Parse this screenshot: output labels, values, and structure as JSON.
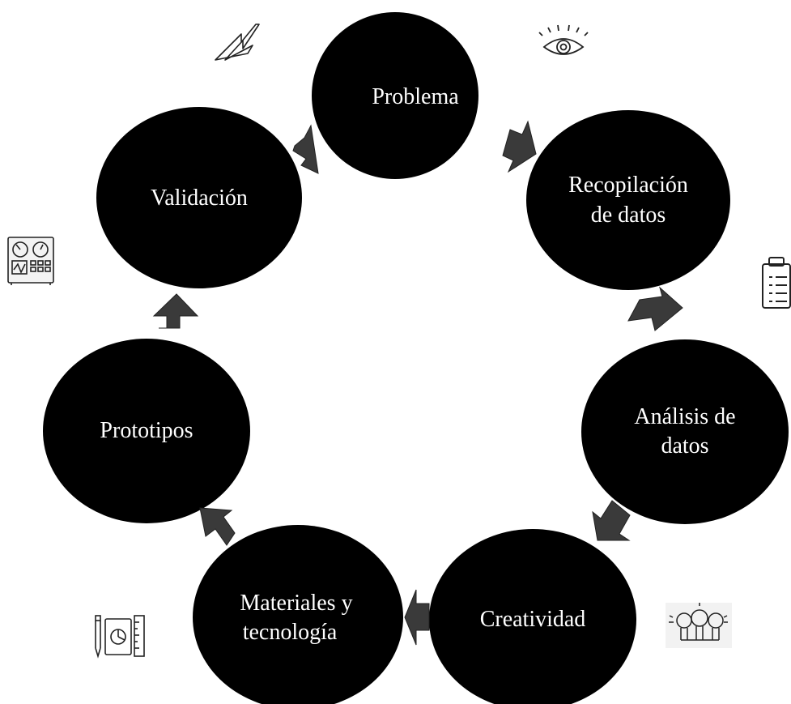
{
  "diagram": {
    "nodes": [
      {
        "id": "problema",
        "lines": [
          "Problema"
        ]
      },
      {
        "id": "recopilacion",
        "lines": [
          "Recopilación",
          "de datos"
        ]
      },
      {
        "id": "analisis",
        "lines": [
          "Análisis de",
          "datos"
        ]
      },
      {
        "id": "creatividad",
        "lines": [
          "Creatividad"
        ]
      },
      {
        "id": "materiales",
        "lines": [
          "Materiales y",
          "tecnología"
        ]
      },
      {
        "id": "prototipos",
        "lines": [
          "Prototipos"
        ]
      },
      {
        "id": "validacion",
        "lines": [
          "Validación"
        ]
      }
    ],
    "icons": [
      "lightning-icon",
      "eye-icon",
      "clipboard-icon",
      "lightbulbs-icon",
      "blueprint-ruler-icon",
      "measurement-panel-icon"
    ],
    "colors": {
      "node_fill": "#000000",
      "node_text": "#ffffff",
      "arrow_fill": "#3a3a3a",
      "icon_stroke": "#222222"
    }
  }
}
